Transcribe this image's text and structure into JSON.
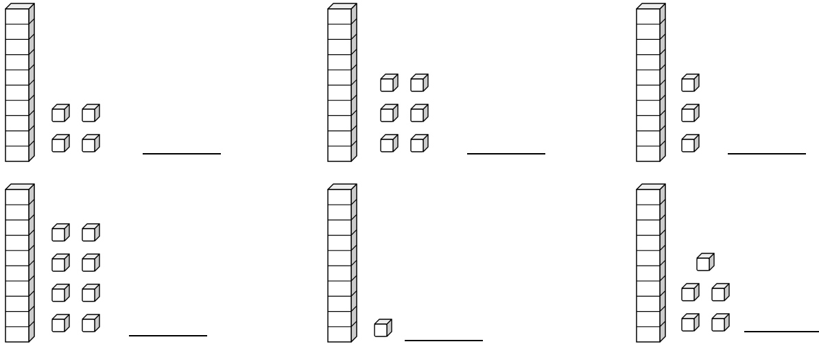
{
  "worksheet": {
    "problems": [
      {
        "tens": 1,
        "ones": 4,
        "answer": ""
      },
      {
        "tens": 1,
        "ones": 6,
        "answer": ""
      },
      {
        "tens": 1,
        "ones": 3,
        "answer": ""
      },
      {
        "tens": 1,
        "ones": 8,
        "answer": ""
      },
      {
        "tens": 1,
        "ones": 1,
        "answer": ""
      },
      {
        "tens": 1,
        "ones": 5,
        "answer": ""
      }
    ],
    "colors": {
      "stroke": "#000000",
      "cube_front": "#ffffff",
      "cube_top": "#eeeeee",
      "cube_side": "#cccccc"
    }
  }
}
